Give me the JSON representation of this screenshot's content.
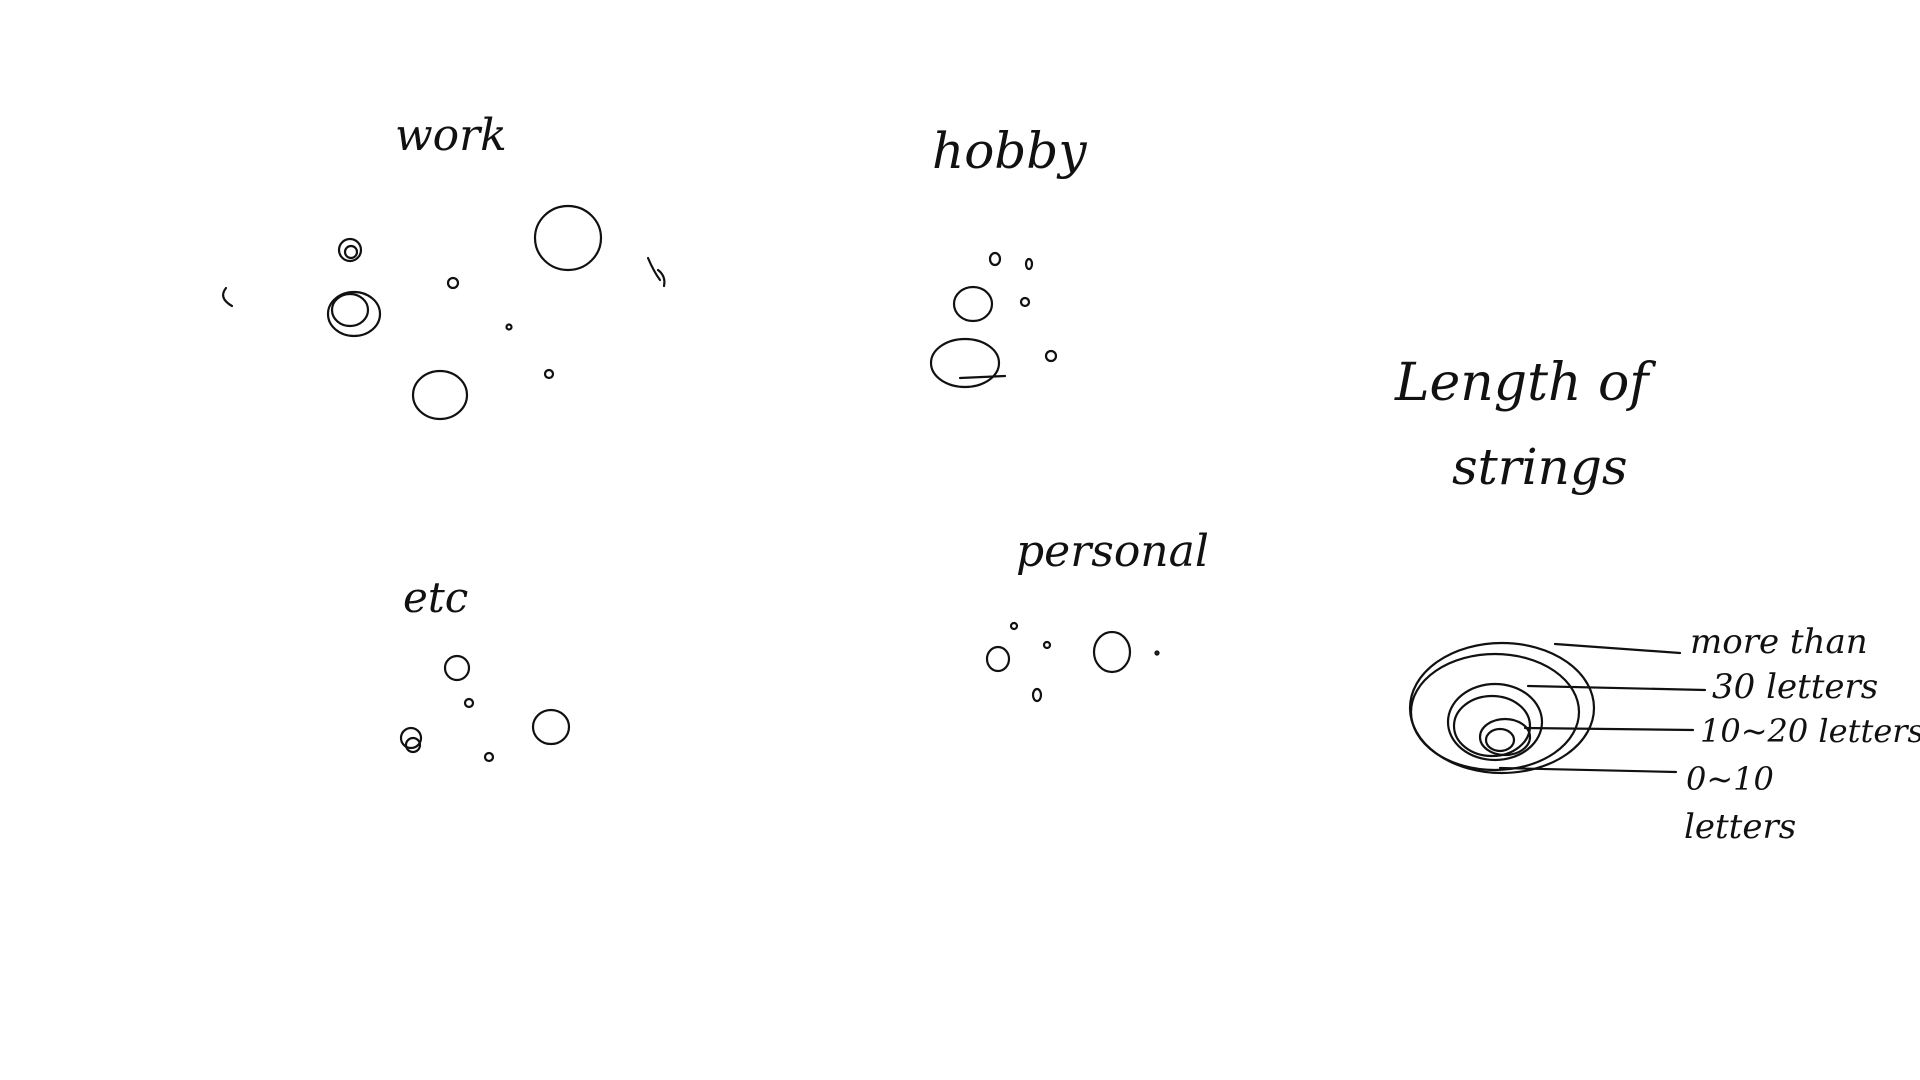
{
  "ink_color": "#111111",
  "background_color": "#ffffff",
  "groups": [
    {
      "id": "work",
      "label": "work"
    },
    {
      "id": "hobby",
      "label": "hobby"
    },
    {
      "id": "etc",
      "label": "etc"
    },
    {
      "id": "personal",
      "label": "personal"
    }
  ],
  "legend": {
    "title_line1": "Length of",
    "title_line2": "strings",
    "rings": [
      {
        "label": "more than"
      },
      {
        "label": "30 letters"
      },
      {
        "label": "10~20 letters"
      },
      {
        "label": "0~10"
      },
      {
        "label": "letters"
      }
    ]
  }
}
